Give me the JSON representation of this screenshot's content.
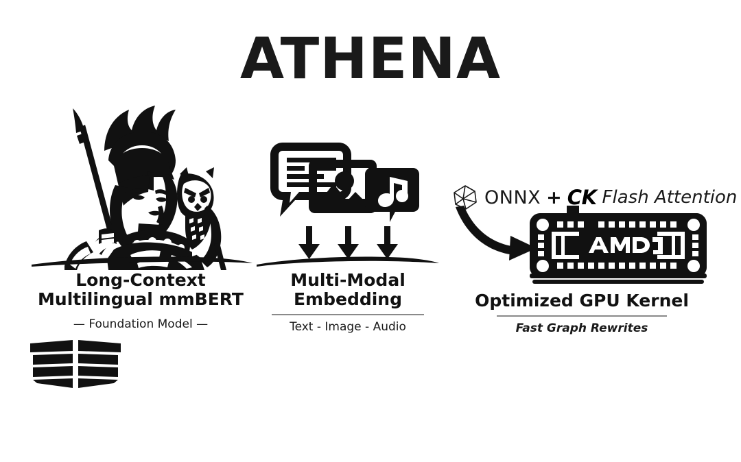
{
  "title": "ATHENA",
  "columns": [
    {
      "id": "foundation-model",
      "art_icon": "athena-goddess-owl-spear-illustration",
      "title_line1": "Long-Context",
      "title_line2": "Multilingual mmBERT",
      "subtitle": "— Foundation Model —",
      "has_rule": false,
      "footer_icon": "stacked-books-icon"
    },
    {
      "id": "multimodal-embedding",
      "art_icon": "multimodal-text-image-audio-icon",
      "title_line1": "Multi-Modal",
      "title_line2": "Embedding",
      "subtitle": "Text - Image - Audio",
      "has_rule": true
    },
    {
      "id": "gpu-kernel",
      "art_icon": "amd-gpu-chip-icon",
      "title_line1": "Optimized GPU Kernel",
      "title_line2": "",
      "subtitle": "Fast Graph Rewrites",
      "has_rule": true
    }
  ],
  "onnx_row": {
    "logo_icon": "onnx-hexagon-logo",
    "onnx_label": "ONNX",
    "plus_label": "+",
    "ck_label": "CK",
    "flash_label": "Flash Attention"
  },
  "chip": {
    "brand": "AMD"
  },
  "colors": {
    "ink": "#111111",
    "background": "#ffffff",
    "rule": "#8a8a8a"
  }
}
